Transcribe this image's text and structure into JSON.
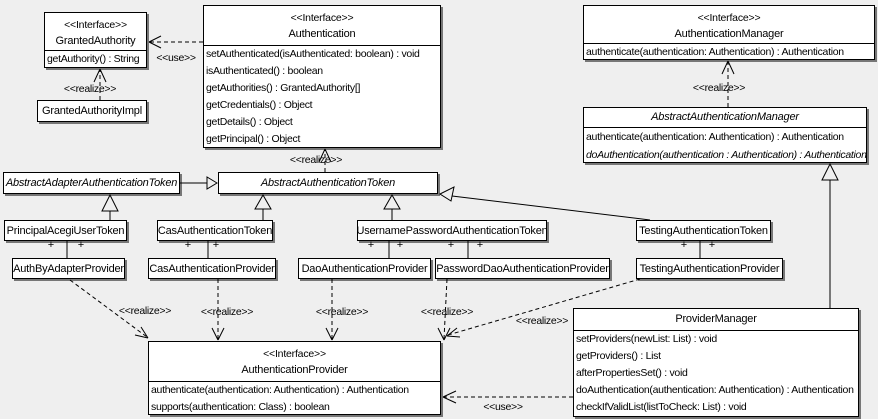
{
  "diagram": {
    "kind": "uml-class-diagram",
    "background": "#efefef",
    "box_fill": "#ffffff",
    "line_color": "#000000"
  },
  "labels": {
    "use": "<<use>>",
    "realize": "<<realize>>",
    "plus": "+"
  },
  "classes": {
    "granted_authority": {
      "stereotype": "<<Interface>>",
      "name": "GrantedAuthority",
      "methods": [
        "getAuthority() : String"
      ]
    },
    "granted_authority_impl": {
      "name": "GrantedAuthorityImpl"
    },
    "authentication": {
      "stereotype": "<<Interface>>",
      "name": "Authentication",
      "methods": [
        "setAuthenticated(isAuthenticated: boolean) : void",
        "isAuthenticated() : boolean",
        "getAuthorities() : GrantedAuthority[]",
        "getCredentials() : Object",
        "getDetails() : Object",
        "getPrincipal() : Object"
      ]
    },
    "authentication_manager": {
      "stereotype": "<<Interface>>",
      "name": "AuthenticationManager",
      "methods": [
        "authenticate(authentication: Authentication) : Authentication"
      ]
    },
    "abstract_authentication_manager": {
      "name": "AbstractAuthenticationManager",
      "methods": [
        "authenticate(authentication: Authentication) : Authentication",
        "doAuthentication(authentication : Authentication) : Authentication"
      ]
    },
    "abstract_adapter_authentication_token": {
      "name": "AbstractAdapterAuthenticationToken"
    },
    "abstract_authentication_token": {
      "name": "AbstractAuthenticationToken"
    },
    "principal_acegi_user_token": {
      "name": "PrincipalAcegiUserToken"
    },
    "cas_authentication_token": {
      "name": "CasAuthenticationToken"
    },
    "username_password_authentication_token": {
      "name": "UsernamePasswordAuthenticationToken"
    },
    "testing_authentication_token": {
      "name": "TestingAuthenticationToken"
    },
    "auth_by_adapter_provider": {
      "name": "AuthByAdapterProvider"
    },
    "cas_authentication_provider": {
      "name": "CasAuthenticationProvider"
    },
    "dao_authentication_provider": {
      "name": "DaoAuthenticationProvider"
    },
    "password_dao_authentication_provider": {
      "name": "PasswordDaoAuthenticationProvider"
    },
    "testing_authentication_provider": {
      "name": "TestingAuthenticationProvider"
    },
    "authentication_provider": {
      "stereotype": "<<Interface>>",
      "name": "AuthenticationProvider",
      "methods": [
        "authenticate(authentication: Authentication) : Authentication",
        "supports(authentication: Class) : boolean"
      ]
    },
    "provider_manager": {
      "name": "ProviderManager",
      "methods": [
        "setProviders(newList: List) : void",
        "getProviders() : List",
        "afterPropertiesSet() : void",
        "doAuthentication(authentication: Authentication) : Authentication",
        "checkIfValidList(listToCheck: List) : void"
      ]
    }
  },
  "relationships": [
    {
      "from": "Authentication",
      "to": "GrantedAuthority",
      "type": "dependency",
      "label": "<<use>>"
    },
    {
      "from": "GrantedAuthorityImpl",
      "to": "GrantedAuthority",
      "type": "realization",
      "label": "<<realize>>"
    },
    {
      "from": "AbstractAuthenticationToken",
      "to": "Authentication",
      "type": "realization",
      "label": "<<realize>>"
    },
    {
      "from": "AbstractAuthenticationManager",
      "to": "AuthenticationManager",
      "type": "realization",
      "label": "<<realize>>"
    },
    {
      "from": "AbstractAdapterAuthenticationToken",
      "to": "AbstractAuthenticationToken",
      "type": "generalization"
    },
    {
      "from": "PrincipalAcegiUserToken",
      "to": "AbstractAdapterAuthenticationToken",
      "type": "generalization"
    },
    {
      "from": "CasAuthenticationToken",
      "to": "AbstractAuthenticationToken",
      "type": "generalization"
    },
    {
      "from": "UsernamePasswordAuthenticationToken",
      "to": "AbstractAuthenticationToken",
      "type": "generalization"
    },
    {
      "from": "TestingAuthenticationToken",
      "to": "AbstractAuthenticationToken",
      "type": "generalization"
    },
    {
      "from": "PrincipalAcegiUserToken",
      "to": "AuthByAdapterProvider",
      "type": "association",
      "end_labels": [
        "+",
        "+"
      ]
    },
    {
      "from": "CasAuthenticationToken",
      "to": "CasAuthenticationProvider",
      "type": "association",
      "end_labels": [
        "+",
        "+"
      ]
    },
    {
      "from": "UsernamePasswordAuthenticationToken",
      "to": "DaoAuthenticationProvider",
      "type": "association",
      "end_labels": [
        "+",
        "+"
      ]
    },
    {
      "from": "UsernamePasswordAuthenticationToken",
      "to": "PasswordDaoAuthenticationProvider",
      "type": "association",
      "end_labels": [
        "+",
        "+"
      ]
    },
    {
      "from": "TestingAuthenticationToken",
      "to": "TestingAuthenticationProvider",
      "type": "association",
      "end_labels": [
        "+",
        "+"
      ]
    },
    {
      "from": "AuthByAdapterProvider",
      "to": "AuthenticationProvider",
      "type": "realization",
      "label": "<<realize>>"
    },
    {
      "from": "CasAuthenticationProvider",
      "to": "AuthenticationProvider",
      "type": "realization",
      "label": "<<realize>>"
    },
    {
      "from": "DaoAuthenticationProvider",
      "to": "AuthenticationProvider",
      "type": "realization",
      "label": "<<realize>>"
    },
    {
      "from": "PasswordDaoAuthenticationProvider",
      "to": "AuthenticationProvider",
      "type": "realization",
      "label": "<<realize>>"
    },
    {
      "from": "TestingAuthenticationProvider",
      "to": "AuthenticationProvider",
      "type": "realization",
      "label": "<<realize>>"
    },
    {
      "from": "ProviderManager",
      "to": "AbstractAuthenticationManager",
      "type": "generalization"
    },
    {
      "from": "ProviderManager",
      "to": "AuthenticationProvider",
      "type": "dependency",
      "label": "<<use>>"
    }
  ]
}
